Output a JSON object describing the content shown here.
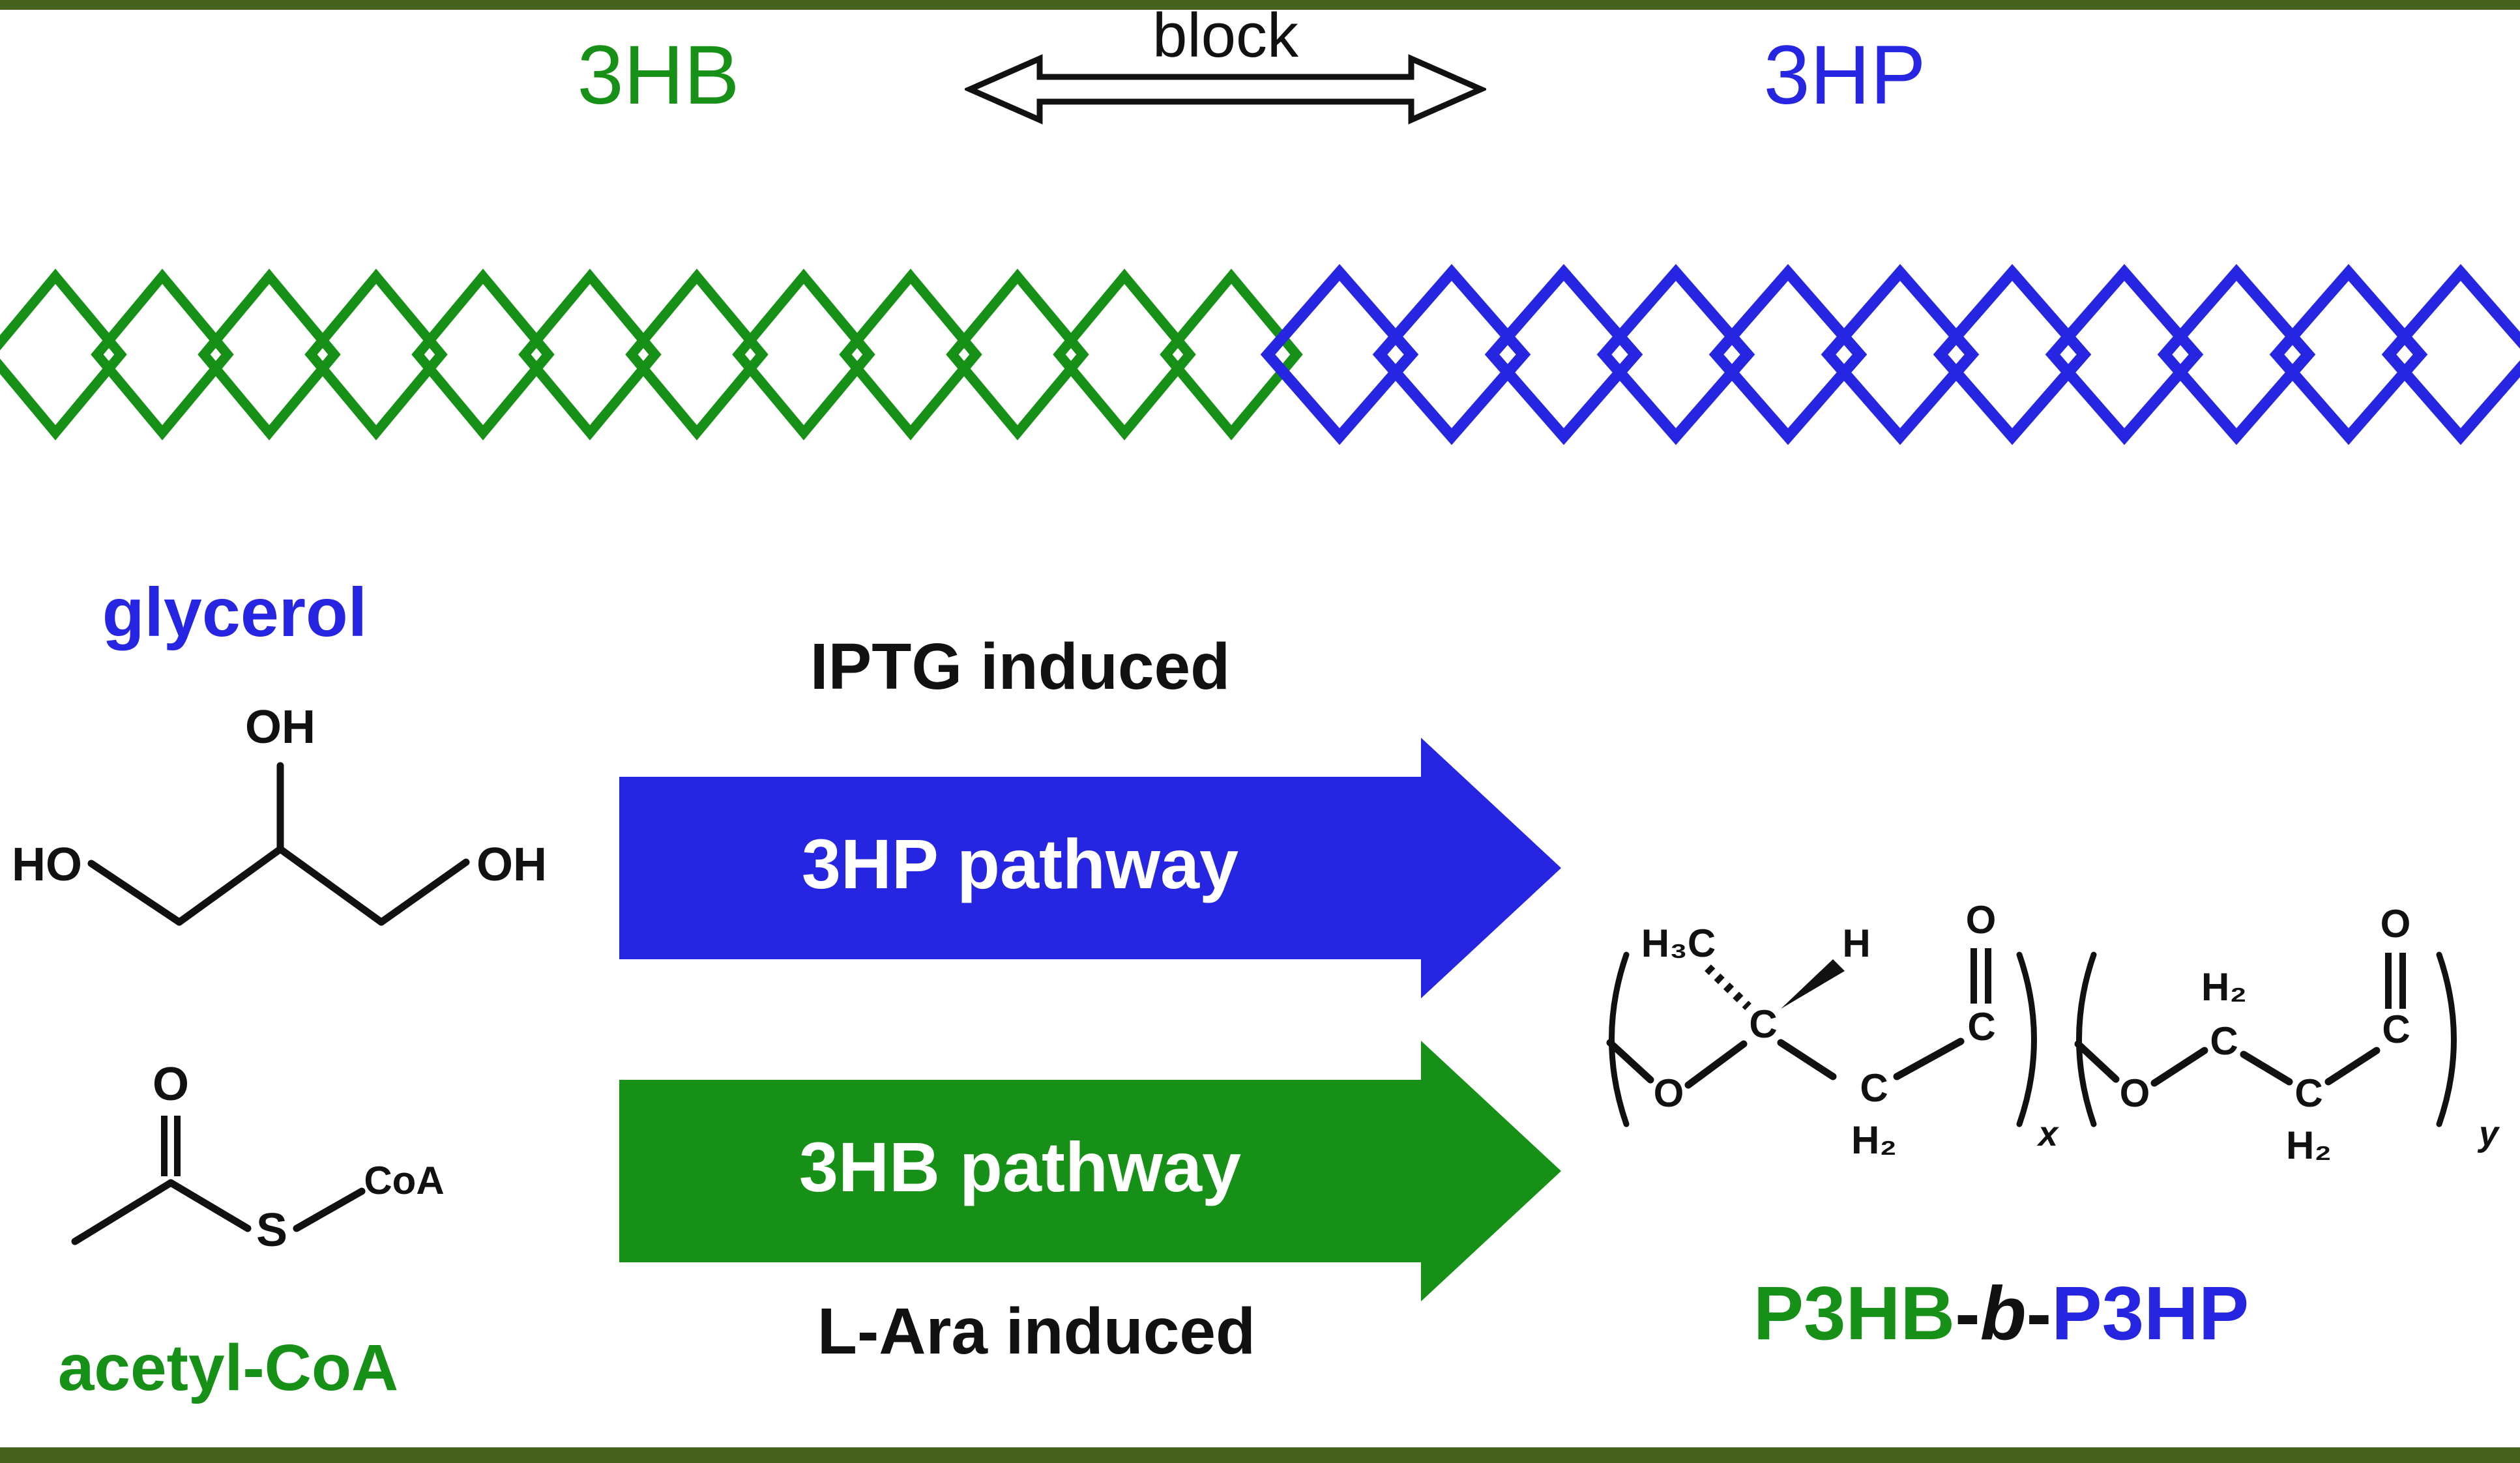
{
  "colors": {
    "green": "#169016",
    "blue": "#2525e2",
    "black": "#111111",
    "white": "#ffffff",
    "frame": "#45611c"
  },
  "header": {
    "block_label": "block",
    "left_monomer": "3HB",
    "right_monomer": "3HP"
  },
  "chain": {
    "green_count": 12,
    "blue_count": 11
  },
  "substrates": {
    "glycerol": {
      "name": "glycerol",
      "oh_top": "OH",
      "ho_left": "HO",
      "oh_right": "OH"
    },
    "acetyl_coa": {
      "name": "acetyl-CoA",
      "o": "O",
      "s": "S",
      "coa": "CoA"
    }
  },
  "pathways": {
    "iptg_induced": "IPTG induced",
    "hp_pathway": "3HP pathway",
    "hb_pathway": "3HB pathway",
    "lara_induced": "L-Ara induced"
  },
  "product": {
    "p3hb": "P3HB",
    "dash1": "-",
    "b": "b",
    "dash2": "-",
    "p3hp": "P3HP",
    "structure": {
      "h3c": "H₃C",
      "h": "H",
      "c_stereo": "C",
      "o_ring": "O",
      "c_methylene": "C",
      "h2_methylene": "H₂",
      "c_carbonyl": "C",
      "o_carbonyl": "O",
      "sub_x": "x",
      "o_ring2": "O",
      "c_m1": "C",
      "h2_m1": "H₂",
      "c_m2": "C",
      "h2_m2": "H₂",
      "c_carbonyl2": "C",
      "o_carbonyl2": "O",
      "sub_y": "y"
    }
  }
}
